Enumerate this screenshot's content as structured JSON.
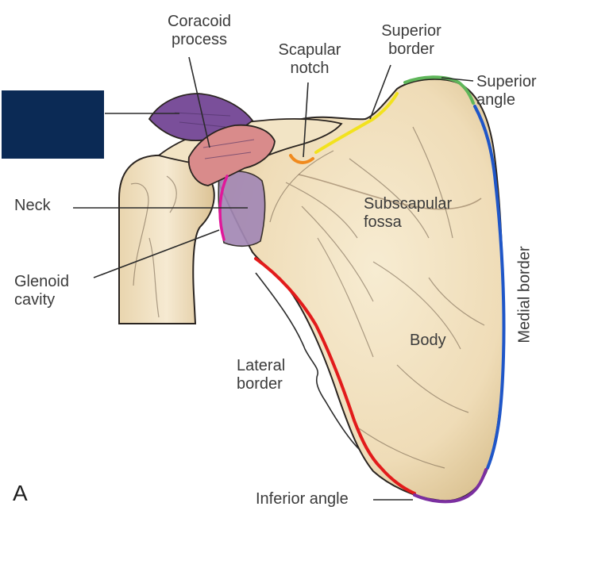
{
  "figure": {
    "panel_letter": "A",
    "labels": {
      "coracoid_process": [
        "Coracoid",
        "process"
      ],
      "scapular_notch": [
        "Scapular",
        "notch"
      ],
      "superior_border": [
        "Superior",
        "border"
      ],
      "superior_angle": [
        "Superior",
        "angle"
      ],
      "neck": "Neck",
      "glenoid_cavity": [
        "Glenoid",
        "cavity"
      ],
      "subscapular_fossa": [
        "Subscapular",
        "fossa"
      ],
      "body": "Body",
      "lateral_border": [
        "Lateral",
        "border"
      ],
      "inferior_angle": "Inferior angle",
      "medial_border": "Medial border"
    },
    "colors": {
      "bone_fill": "#f1e3c2",
      "bone_shadow": "#d7bf92",
      "outline": "#2a2420",
      "coracoid_purple": "#7a4f9a",
      "coracoid_pink": "#d98b8b",
      "glenoid_lavender": "#9b83ad",
      "superior_border_yellow": "#f2e21e",
      "superior_angle_green": "#5fb65a",
      "medial_border_blue": "#1f56c8",
      "lateral_border_red": "#e21b1b",
      "inferior_angle_purple": "#7b2fa0",
      "scapular_notch_orange": "#f08a1e",
      "glenoid_magenta": "#e0189a",
      "hidden_label_box": "#0b2a55"
    }
  }
}
